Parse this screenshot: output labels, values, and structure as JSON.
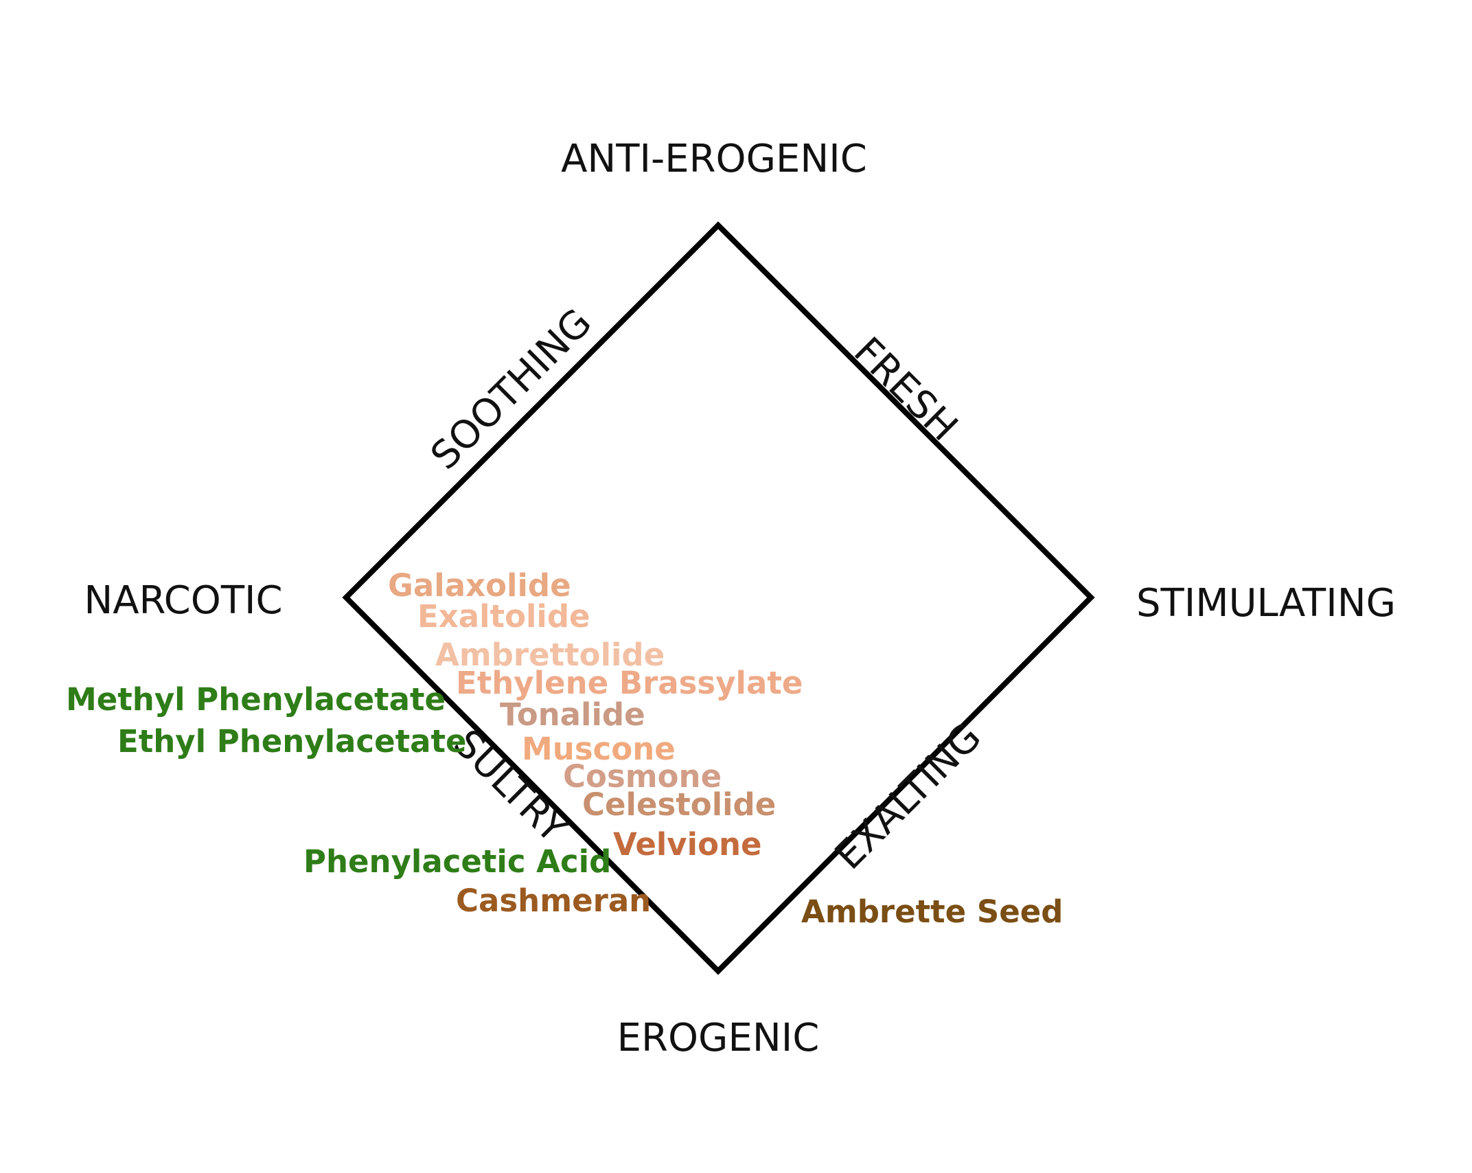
{
  "poles": {
    "top": "ANTI-EROGENIC",
    "bottom": "EROGENIC",
    "left": "NARCOTIC",
    "right": "STIMULATING"
  },
  "edges": {
    "top_left": "SOOTHING",
    "top_right": "FRESH",
    "bottom_left": "SULTRY",
    "bottom_right": "EXALTING"
  },
  "materials": [
    {
      "name": "Galaxolide",
      "color": "#e8a882"
    },
    {
      "name": "Exaltolide",
      "color": "#f2b898"
    },
    {
      "name": "Ambrettolide",
      "color": "#f2c0a4"
    },
    {
      "name": "Ethylene Brassylate",
      "color": "#eeaa88"
    },
    {
      "name": "Tonalide",
      "color": "#c99a84"
    },
    {
      "name": "Muscone",
      "color": "#f0aa7e"
    },
    {
      "name": "Cosmone",
      "color": "#d29e88"
    },
    {
      "name": "Celestolide",
      "color": "#c8906e"
    },
    {
      "name": "Velvione",
      "color": "#c46b3e"
    },
    {
      "name": "Methyl Phenylacetate",
      "color": "#2e7d18"
    },
    {
      "name": "Ethyl Phenylacetate",
      "color": "#2e7d18"
    },
    {
      "name": "Phenylacetic Acid",
      "color": "#2e7d18"
    },
    {
      "name": "Cashmeran",
      "color": "#9b5a20"
    },
    {
      "name": "Ambrette Seed",
      "color": "#7a4e14"
    }
  ]
}
